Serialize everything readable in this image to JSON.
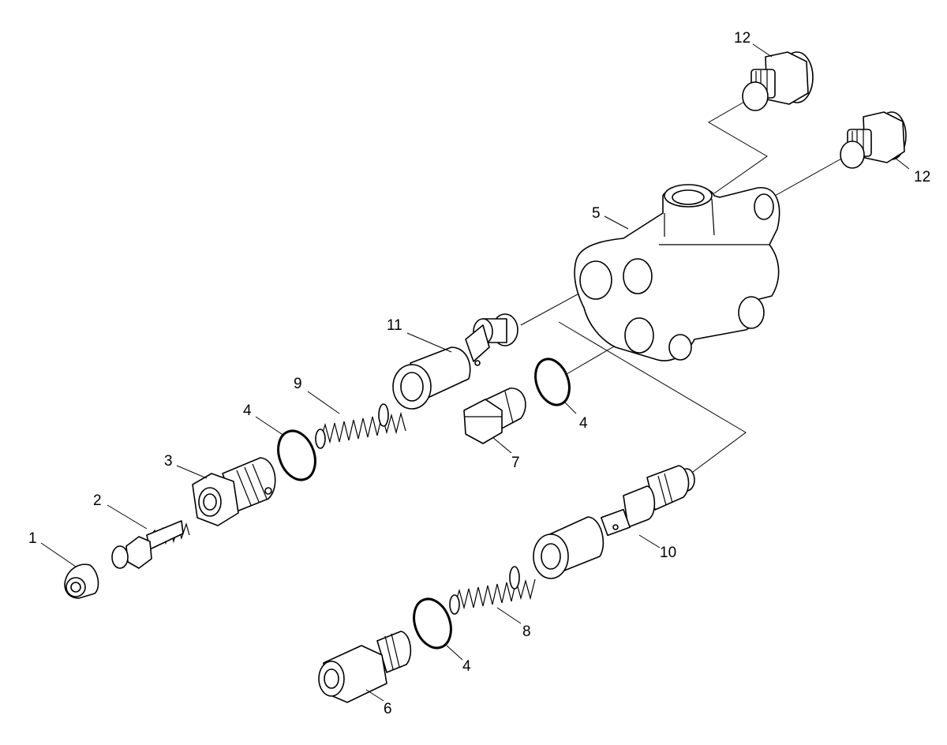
{
  "callouts": {
    "c1": "1",
    "c2": "2",
    "c3": "3",
    "c4a": "4",
    "c4b": "4",
    "c4c": "4",
    "c5": "5",
    "c6": "6",
    "c7": "7",
    "c8": "8",
    "c9": "9",
    "c10": "10",
    "c11": "11",
    "c12a": "12",
    "c12b": "12"
  },
  "colors": {
    "stroke": "#000000",
    "background": "#ffffff"
  }
}
